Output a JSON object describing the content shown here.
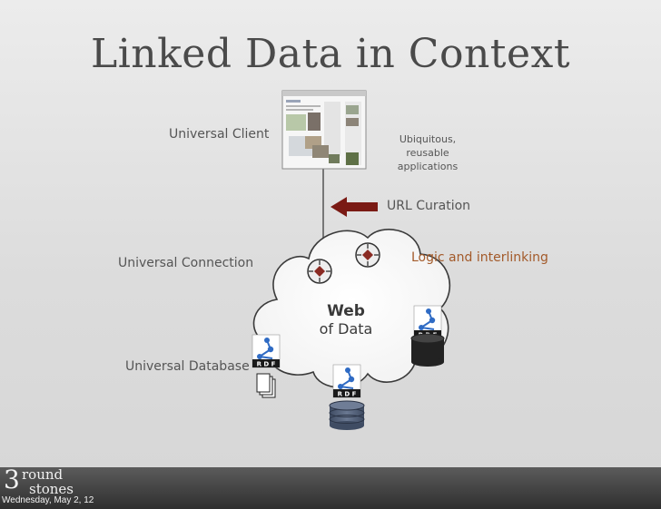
{
  "slide": {
    "title": "Linked Data in Context",
    "labels": {
      "universal_client": "Universal Client",
      "ubiquitous_line1": "Ubiquitous,",
      "ubiquitous_line2": "reusable applications",
      "url_curation": "URL Curation",
      "logic_interlinking": "Logic and interlinking",
      "universal_connection": "Universal Connection",
      "web_line1": "Web",
      "web_line2": "of Data",
      "universal_database": "Universal Database"
    },
    "rdf_badge_text": "R D F",
    "colors": {
      "title": "#4a4a4a",
      "arrow": "#7a1a14",
      "node": "#8a2a22",
      "database": "#4b5870",
      "rdf_blue": "#2f6bc4"
    }
  },
  "footer": {
    "logo_number": "3",
    "logo_word1": "round",
    "logo_word2": "stones",
    "date": "Wednesday, May 2, 12"
  }
}
